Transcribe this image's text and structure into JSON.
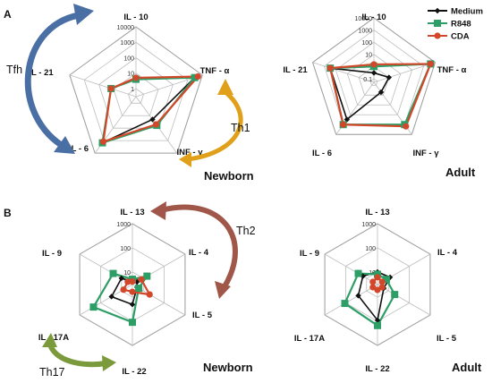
{
  "panel_labels": [
    "A",
    "B"
  ],
  "legend": [
    {
      "name": "Medium",
      "color": "#111111",
      "marker": "diamond"
    },
    {
      "name": "R848",
      "color": "#2e9e67",
      "marker": "square"
    },
    {
      "name": "CDA",
      "color": "#d2472a",
      "marker": "circle"
    }
  ],
  "arrows": [
    {
      "label": "Tfh",
      "color": "#4a6fa5"
    },
    {
      "label": "Th1",
      "color": "#e0a019"
    },
    {
      "label": "Th2",
      "color": "#a0574a"
    },
    {
      "label": "Th17",
      "color": "#7a9a3c"
    }
  ],
  "chart_data": [
    {
      "type": "radar",
      "panel": "A",
      "group": "Newborn",
      "axes": [
        "IL - 10",
        "TNF - α",
        "INF - γ",
        "IL - 6",
        "IL - 21"
      ],
      "scale": "log",
      "ticks": [
        "1",
        "10",
        "100",
        "1000",
        "10000"
      ],
      "rlim": [
        0.3,
        10000
      ],
      "series": [
        {
          "name": "Medium",
          "values": [
            4,
            3000,
            20,
            1500,
            15
          ]
        },
        {
          "name": "R848",
          "values": [
            4,
            3000,
            60,
            1500,
            15
          ]
        },
        {
          "name": "CDA",
          "values": [
            5,
            5000,
            50,
            1200,
            15
          ]
        }
      ]
    },
    {
      "type": "radar",
      "panel": "A",
      "group": "Adult",
      "axes": [
        "IL - 10",
        "TNF - α",
        "INF - γ",
        "IL - 6",
        "IL - 21"
      ],
      "scale": "log",
      "ticks": [
        "0.1",
        "1",
        "10",
        "100",
        "1000",
        "10000"
      ],
      "rlim": [
        0.05,
        10000
      ],
      "series": [
        {
          "name": "Medium",
          "values": [
            0.3,
            1,
            0.5,
            300,
            300
          ]
        },
        {
          "name": "R848",
          "values": [
            1,
            4000,
            1000,
            1000,
            300
          ]
        },
        {
          "name": "CDA",
          "values": [
            1.5,
            4000,
            1500,
            1000,
            300
          ]
        }
      ]
    },
    {
      "type": "radar",
      "panel": "B",
      "group": "Newborn",
      "axes": [
        "IL - 13",
        "IL - 4",
        "IL - 5",
        "IL - 22",
        "IL - 17A",
        "IL - 9"
      ],
      "scale": "log",
      "ticks": [
        "10",
        "100",
        "1000"
      ],
      "rlim": [
        3,
        1000
      ],
      "series": [
        {
          "name": "Medium",
          "values": [
            4,
            5,
            5,
            20,
            30,
            10
          ]
        },
        {
          "name": "R848",
          "values": [
            5,
            15,
            6,
            110,
            220,
            25
          ]
        },
        {
          "name": "CDA",
          "values": [
            4,
            8,
            20,
            6,
            8,
            5
          ]
        }
      ]
    },
    {
      "type": "radar",
      "panel": "B",
      "group": "Adult",
      "axes": [
        "IL - 13",
        "IL - 4",
        "IL - 5",
        "IL - 22",
        "IL - 17A",
        "IL - 9"
      ],
      "scale": "log",
      "ticks": [
        "10",
        "100",
        "1000"
      ],
      "rlim": [
        3,
        1000
      ],
      "series": [
        {
          "name": "Medium",
          "values": [
            10,
            12,
            6,
            90,
            25,
            15
          ]
        },
        {
          "name": "R848",
          "values": [
            8,
            8,
            20,
            150,
            110,
            25
          ]
        },
        {
          "name": "CDA",
          "values": [
            6,
            5,
            5,
            5,
            5,
            5
          ]
        }
      ]
    }
  ]
}
